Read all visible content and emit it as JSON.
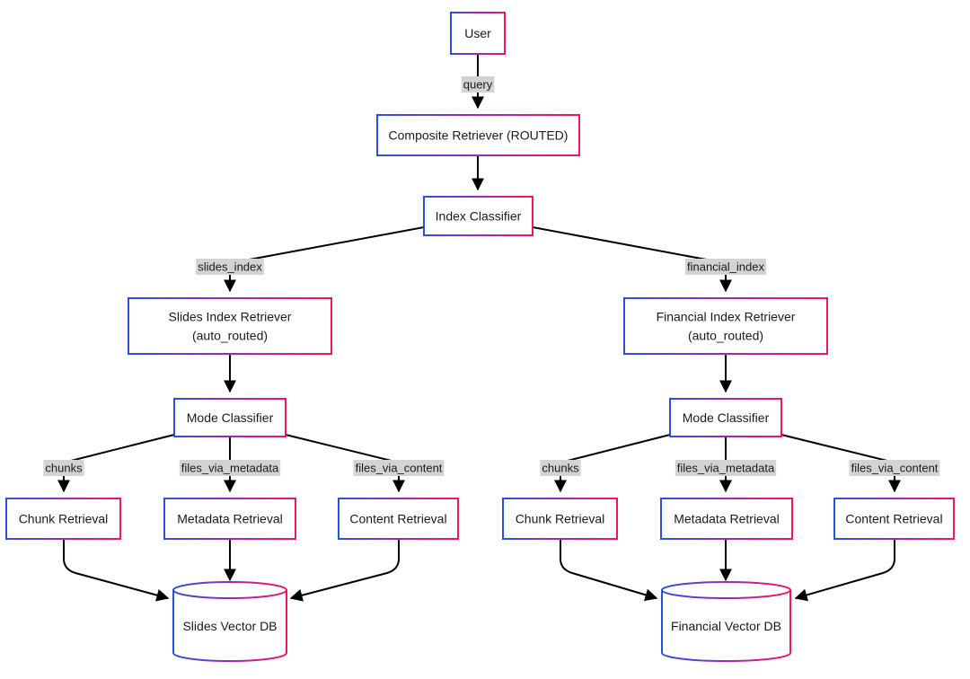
{
  "theme": {
    "gradient_start": "#2b4fe0",
    "gradient_mid": "#9c2bb8",
    "gradient_end": "#f0175c",
    "edge_color": "#000000",
    "edge_label_bg": "#d3d3d3",
    "text_color": "#1a1a1a"
  },
  "nodes": {
    "user": "User",
    "composite_retriever": "Composite Retriever (ROUTED)",
    "index_classifier": "Index Classifier",
    "slides_index_retriever": [
      "Slides Index Retriever",
      "(auto_routed)"
    ],
    "financial_index_retriever": [
      "Financial Index Retriever",
      "(auto_routed)"
    ],
    "slides_mode_classifier": "Mode Classifier",
    "financial_mode_classifier": "Mode Classifier",
    "slides_chunk_retrieval": "Chunk Retrieval",
    "slides_metadata_retrieval": "Metadata Retrieval",
    "slides_content_retrieval": "Content Retrieval",
    "financial_chunk_retrieval": "Chunk Retrieval",
    "financial_metadata_retrieval": "Metadata Retrieval",
    "financial_content_retrieval": "Content Retrieval",
    "slides_vector_db": "Slides Vector DB",
    "financial_vector_db": "Financial Vector DB"
  },
  "edge_labels": {
    "query": "query",
    "slides_index": "slides_index",
    "financial_index": "financial_index",
    "slides_chunks": "chunks",
    "slides_files_via_metadata": "files_via_metadata",
    "slides_files_via_content": "files_via_content",
    "financial_chunks": "chunks",
    "financial_files_via_metadata": "files_via_metadata",
    "financial_files_via_content": "files_via_content"
  }
}
